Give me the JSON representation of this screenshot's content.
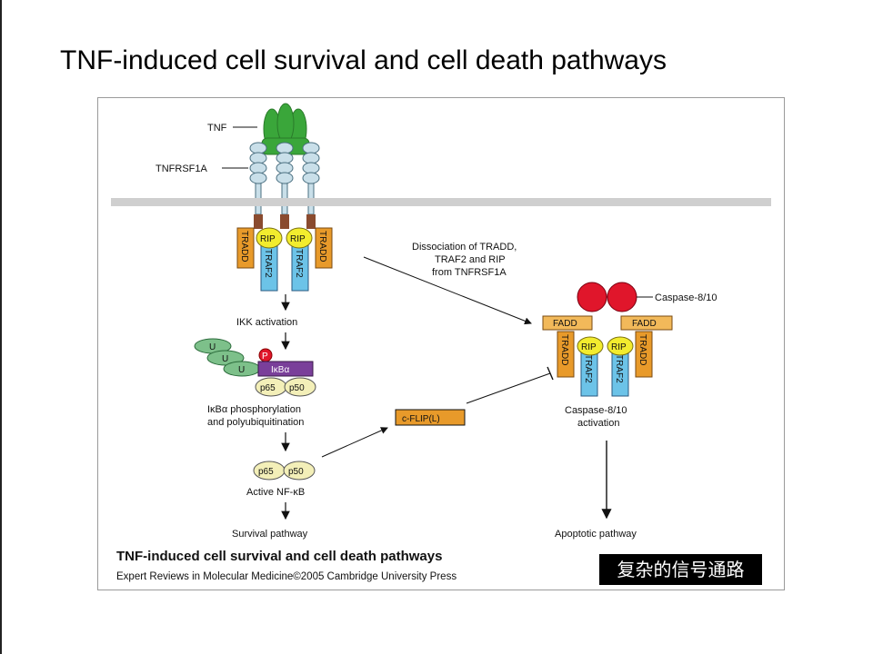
{
  "slide": {
    "title": "TNF-induced cell survival and cell death pathways"
  },
  "figure": {
    "labels": {
      "tnf": "TNF",
      "tnfrsf1a": "TNFRSF1A",
      "tradd": "TRADD",
      "rip": "RIP",
      "traf2": "TRAF2",
      "ikk_activation": "IKK activation",
      "ub": "U",
      "phospho": "P",
      "ikba": "IκBα",
      "p65": "p65",
      "p50": "p50",
      "ikba_phospho_line1": "IκBα phosphorylation",
      "ikba_phospho_line2": "and polyubiquitination",
      "active_nfkb": "Active NF-κB",
      "survival_pathway": "Survival pathway",
      "cflip": "c-FLIP(L)",
      "dissociation_line1": "Dissociation of TRADD,",
      "dissociation_line2": "TRAF2 and RIP",
      "dissociation_line3": "from TNFRSF1A",
      "caspase": "Caspase-8/10",
      "fadd": "FADD",
      "caspase_activation_line1": "Caspase-8/10",
      "caspase_activation_line2": "activation",
      "apoptotic_pathway": "Apoptotic pathway"
    },
    "caption": {
      "title": "TNF-induced cell survival and cell death pathways",
      "credit": "Expert Reviews in Molecular Medicine©2005 Cambridge University Press"
    },
    "overlay_label": "复杂的信号通路",
    "colors": {
      "tnf": "#3aa63a",
      "receptor": "#c9dfe9",
      "membrane": "#cfcfcf",
      "receptor_tail": "#8a4b2f",
      "tradd": "#e89a2a",
      "rip": "#f2ec2e",
      "traf2": "#6cc3e8",
      "caspase": "#e0162b",
      "fadd": "#f2b95a",
      "ubiquitin": "#7dc08a",
      "phospho": "#e0162b",
      "ikba": "#7a3f9a",
      "p65p50": "#f3efb8"
    }
  }
}
